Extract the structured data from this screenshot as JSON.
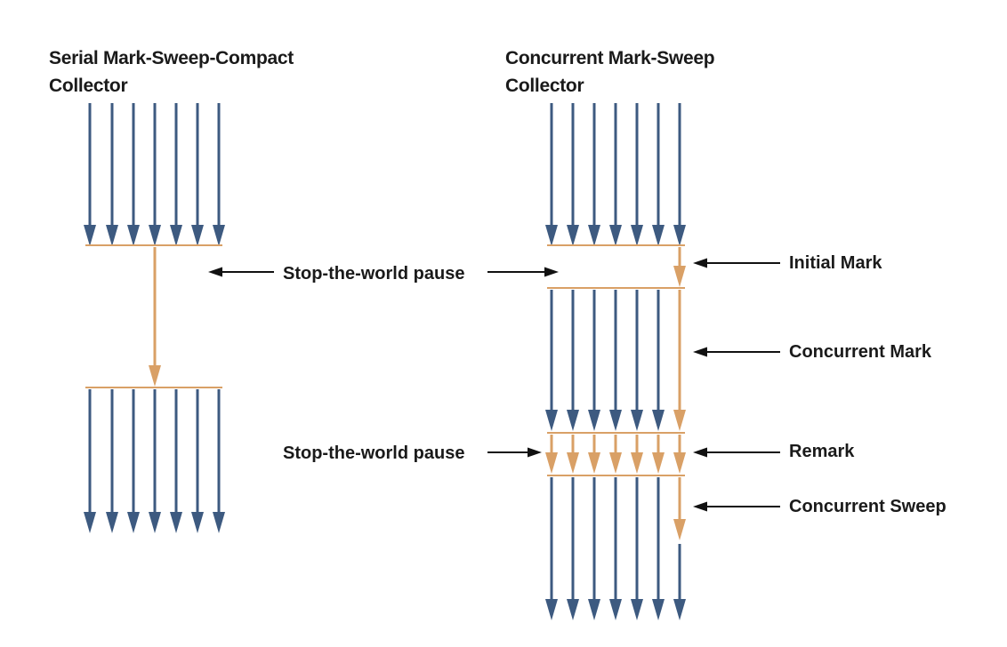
{
  "left_panel": {
    "title_line1": "Serial Mark-Sweep-Compact",
    "title_line2": "Collector",
    "pause_label": "Stop-the-world pause"
  },
  "right_panel": {
    "title_line1": "Concurrent Mark-Sweep",
    "title_line2": "Collector",
    "pause_label": "Stop-the-world pause",
    "phases": {
      "initial_mark": "Initial Mark",
      "concurrent_mark": "Concurrent Mark",
      "remark": "Remark",
      "concurrent_sweep": "Concurrent Sweep"
    }
  },
  "colors": {
    "thread": "#3d5a80",
    "gc": "#d9a066",
    "pointer": "#111111"
  }
}
